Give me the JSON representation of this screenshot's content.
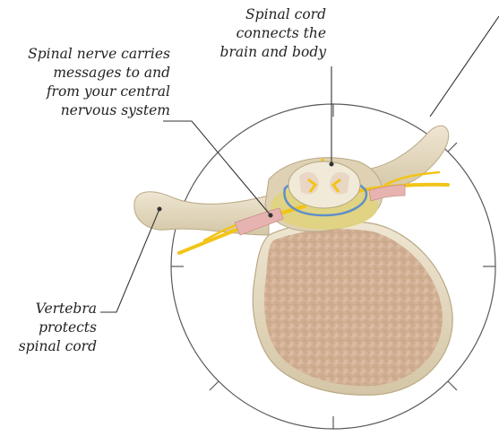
{
  "labels": {
    "spinal_cord": "Spinal cord\nconnects the\nbrain and body",
    "spinal_nerve": "Spinal nerve carries\nmessages to and\nfrom your central\nnervous system",
    "vertebra": "Vertebra\nprotects\nspinal cord"
  },
  "colors": {
    "bone": "#e8dcc4",
    "bone_shadow": "#cdbf9f",
    "bone_spongy": "#d8b7a0",
    "nerve_yellow": "#f2c418",
    "meninges_blue": "#5f8fc8",
    "sheath_pink": "#e7b3b0",
    "leader_line": "#333333",
    "circle": "#555555"
  }
}
